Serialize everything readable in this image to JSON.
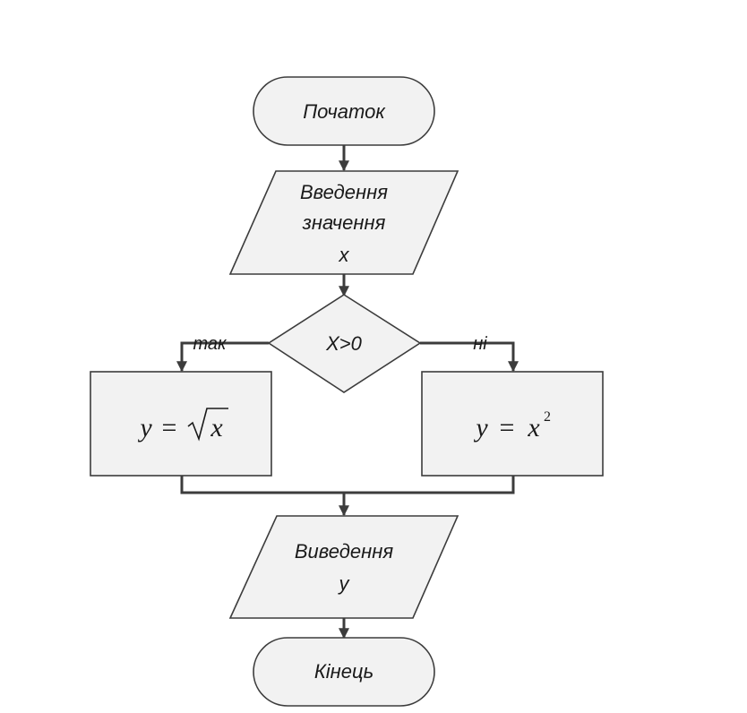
{
  "nodes": {
    "start": {
      "label": "Початок"
    },
    "input": {
      "lines": [
        "Введення",
        "значення",
        "x"
      ]
    },
    "decision": {
      "label": "X>0"
    },
    "yes_branch": {
      "lhs": "y",
      "eq": "=",
      "rad": "x"
    },
    "no_branch": {
      "lhs": "y",
      "eq": "=",
      "base": "x",
      "exp": "2"
    },
    "output": {
      "lines": [
        "Виведення",
        "y"
      ]
    },
    "end": {
      "label": "Кінець"
    }
  },
  "edges": {
    "yes_label": "так",
    "no_label": "ні"
  }
}
